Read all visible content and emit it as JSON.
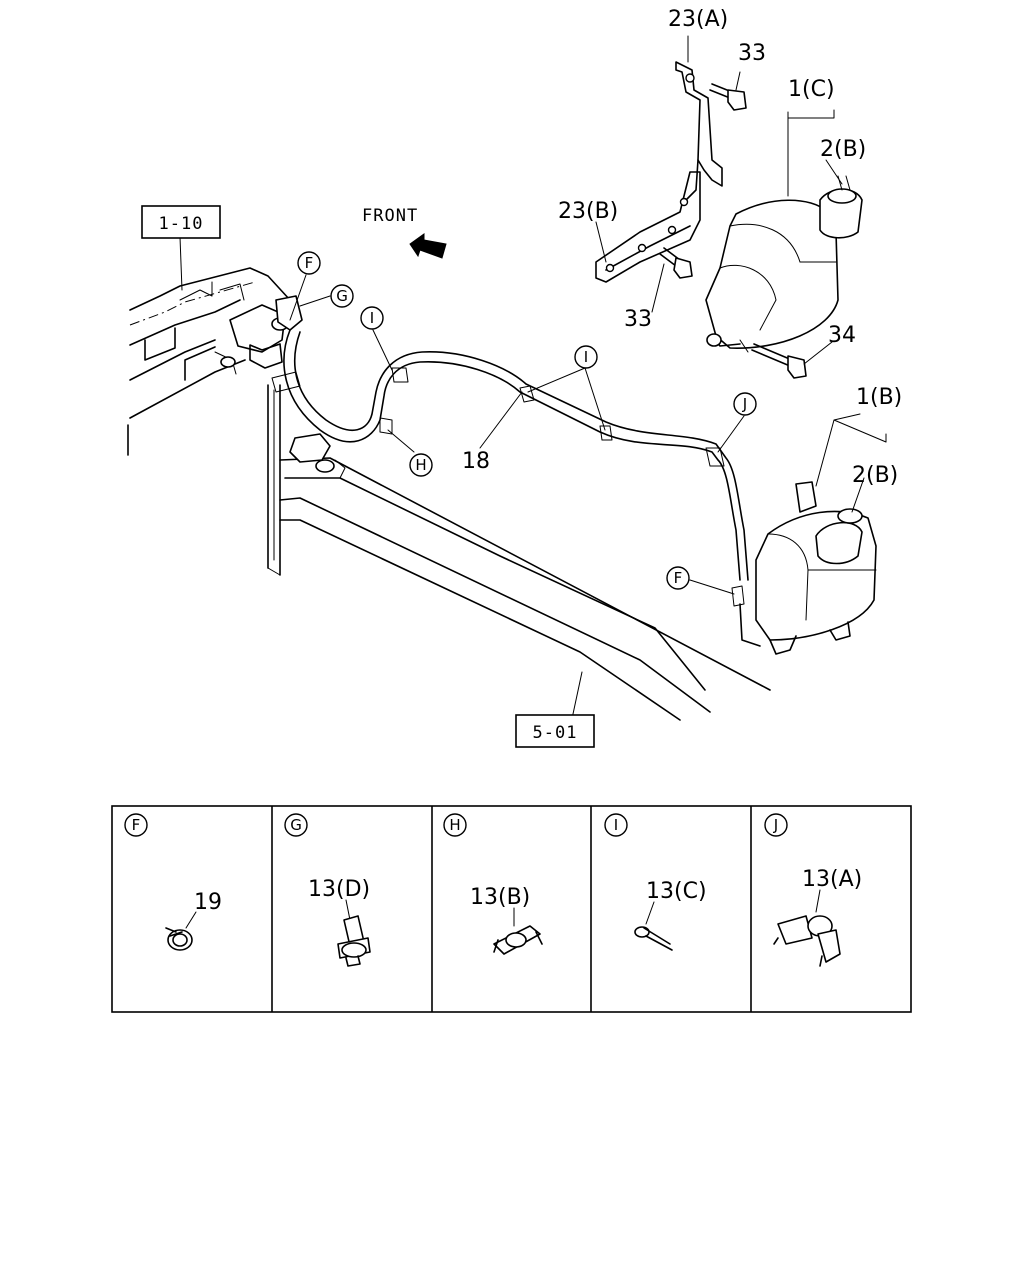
{
  "direction_label": "FRONT",
  "reference_boxes": [
    "1-10",
    "5-01"
  ],
  "callout_letters": [
    "F",
    "G",
    "I",
    "I",
    "H",
    "J",
    "F"
  ],
  "part_labels": {
    "p23a": "23(A)",
    "p33_top": "33",
    "p1c": "1(C)",
    "p2b_top": "2(B)",
    "p23b": "23(B)",
    "p33_mid": "33",
    "p34": "34",
    "p18": "18",
    "p1b": "1(B)",
    "p2b_low": "2(B)"
  },
  "detail_panels": [
    {
      "letter": "F",
      "part": "19"
    },
    {
      "letter": "G",
      "part": "13(D)"
    },
    {
      "letter": "H",
      "part": "13(B)"
    },
    {
      "letter": "I",
      "part": "13(C)"
    },
    {
      "letter": "J",
      "part": "13(A)"
    }
  ]
}
